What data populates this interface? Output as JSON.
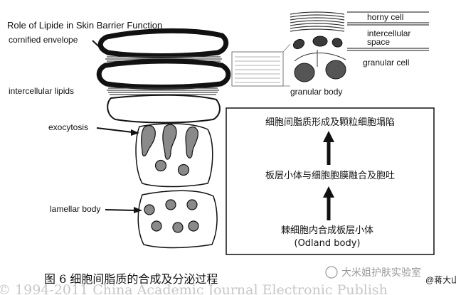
{
  "title": "Role of Lipide in Skin Barrier Function",
  "labels": {
    "cornified_envelope": "cornified envelope",
    "intercellular_lipids": "intercellular lipids",
    "exocytosis": "exocytosis",
    "lamellar_body": "lamellar body",
    "granular_body": "granular body"
  },
  "inset_labels": {
    "horny_cell": "horny cell",
    "intercellular_space_line1": "intercellular",
    "intercellular_space_line2": "space",
    "granular_cell": "granular cell"
  },
  "flow_steps": {
    "step_top": "细胞间脂质形成及颗粒细胞塌陷",
    "step_middle": "板层小体与细胞胞膜融合及胞吐",
    "step_bottom_line1": "棘细胞内合成板层小体",
    "step_bottom_line2": "(Odland body)"
  },
  "caption": "图 6   细胞间脂质的合成及分泌过程",
  "watermark": "大米姐护肤实验室",
  "handle": "@蒋大山",
  "copyright": "© 1994-2011 China Academic Journal Electronic Publish"
}
